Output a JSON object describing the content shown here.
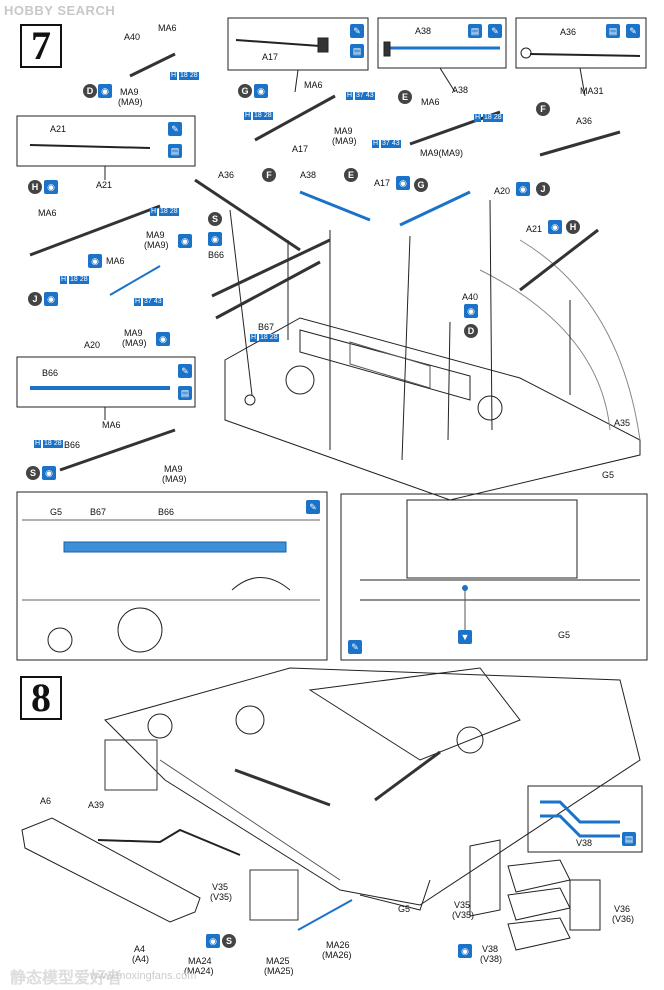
{
  "header": {
    "logo": "HOBBY SEARCH"
  },
  "steps": {
    "step7": "7",
    "step8": "8"
  },
  "labels": {
    "a40": "A40",
    "ma6": "MA6",
    "ma9": "MA9",
    "ma9b": "(MA9)",
    "a17": "A17",
    "a38": "A38",
    "a36": "A36",
    "ma31": "MA31",
    "ma9ma9": "MA9(MA9)",
    "a21": "A21",
    "a20": "A20",
    "b66": "B66",
    "b67": "B67",
    "g5": "G5",
    "a35": "A35",
    "a6": "A6",
    "a39": "A39",
    "v35": "V35",
    "v35b": "(V35)",
    "v36": "V36",
    "v36b": "(V36)",
    "v38": "V38",
    "v38b": "(V38)",
    "a4": "A4",
    "a4b": "(A4)",
    "ma24": "MA24",
    "ma24b": "(MA24)",
    "ma25": "MA25",
    "ma25b": "(MA25)",
    "ma26": "MA26",
    "ma26b": "(MA26)"
  },
  "letters": {
    "d": "D",
    "g": "G",
    "e": "E",
    "f": "F",
    "h": "H",
    "j": "J",
    "s": "S"
  },
  "hcodes": {
    "h": "H",
    "c18": "18",
    "c28": "28",
    "c37": "37",
    "c43": "43"
  },
  "watermark": {
    "cn": "静态模型爱好者",
    "url": "www.moxingfans.com"
  },
  "colors": {
    "accent_blue": "#1a73c9",
    "dark": "#444444",
    "line": "#222222"
  }
}
